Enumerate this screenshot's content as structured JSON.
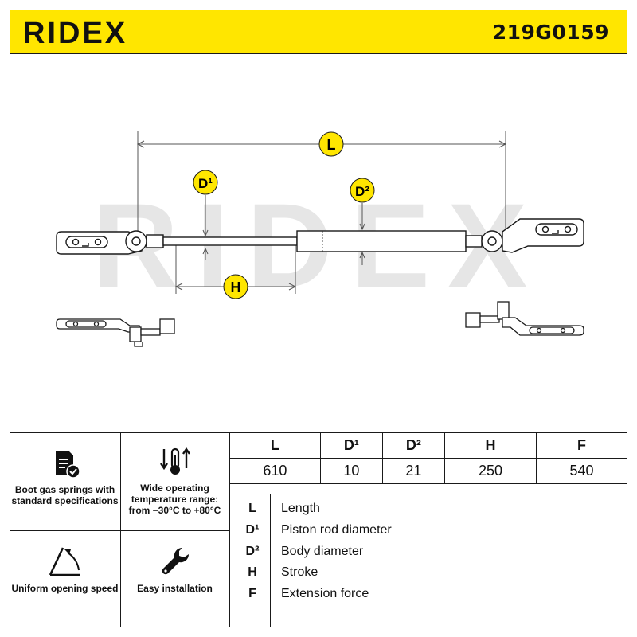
{
  "header": {
    "brand": "RIDEX",
    "part_number": "219G0159"
  },
  "watermark": "RIDEX",
  "dimension_labels": {
    "L": "L",
    "D1": "D¹",
    "D2": "D²",
    "H": "H"
  },
  "features": [
    {
      "icon": "document-check-icon",
      "text": "Boot gas springs with standard specifications"
    },
    {
      "icon": "thermometer-arrows-icon",
      "text": "Wide operating temperature range: from −30°C to +80°C"
    },
    {
      "icon": "opening-angle-icon",
      "text": "Uniform opening speed"
    },
    {
      "icon": "wrench-icon",
      "text": "Easy installation"
    }
  ],
  "specs": {
    "headers": [
      "L",
      "D¹",
      "D²",
      "H",
      "F"
    ],
    "values": [
      "610",
      "10",
      "21",
      "250",
      "540"
    ]
  },
  "legend": [
    {
      "key": "L",
      "label": "Length"
    },
    {
      "key": "D¹",
      "label": "Piston rod diameter"
    },
    {
      "key": "D²",
      "label": "Body diameter"
    },
    {
      "key": "H",
      "label": "Stroke"
    },
    {
      "key": "F",
      "label": "Extension force"
    }
  ],
  "colors": {
    "accent": "#ffe600",
    "ink": "#1a1a1a",
    "watermark": "#e6e6e6"
  }
}
